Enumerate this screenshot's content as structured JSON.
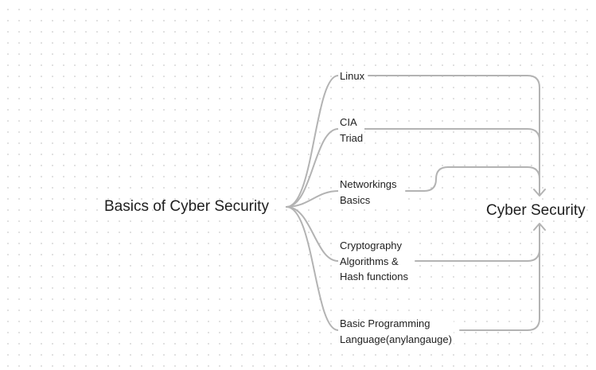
{
  "diagram": {
    "root": "Basics of  Cyber Security",
    "target": "Cyber Security",
    "branches": [
      {
        "id": "linux",
        "label": "Linux"
      },
      {
        "id": "cia",
        "label": "CIA\nTriad"
      },
      {
        "id": "net",
        "label": "Networkings\nBasics"
      },
      {
        "id": "crypto",
        "label": "Cryptography\nAlgorithms &\nHash functions"
      },
      {
        "id": "prog",
        "label": "Basic Programming\nLanguage(anylangauge)"
      }
    ]
  },
  "colors": {
    "connector": "#b3b3b3",
    "text": "#1e1e1e",
    "background": "#ffffff",
    "grid_dot": "#d9d9d9"
  }
}
